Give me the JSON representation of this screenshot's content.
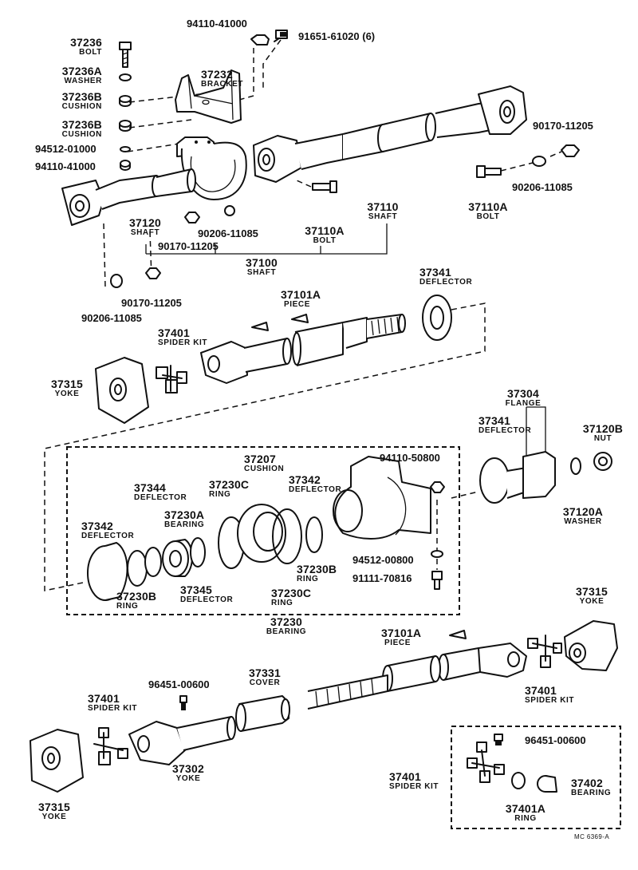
{
  "labels": {
    "l37236": {
      "num": "37236",
      "desc": "BOLT"
    },
    "l37236a": {
      "num": "37236A",
      "desc": "WASHER"
    },
    "l37236b": {
      "num": "37236B",
      "desc": "CUSHION"
    },
    "l37236b2": {
      "num": "37236B",
      "desc": "CUSHION"
    },
    "l94512_top": {
      "num": "94512-01000"
    },
    "l94110_left": {
      "num": "94110-41000"
    },
    "l94110_top": {
      "num": "94110-41000"
    },
    "l91651": {
      "num": "91651-61020 (6)"
    },
    "l37232": {
      "num": "37232",
      "desc": "BRACKET"
    },
    "l90170_right": {
      "num": "90170-11205"
    },
    "l90206_right": {
      "num": "90206-11085"
    },
    "l37110a_right": {
      "num": "37110A",
      "desc": "BOLT"
    },
    "l37110": {
      "num": "37110",
      "desc": "SHAFT"
    },
    "l37110a_mid": {
      "num": "37110A",
      "desc": "BOLT"
    },
    "l37120": {
      "num": "37120",
      "desc": "SHAFT"
    },
    "l90206_mid": {
      "num": "90206-11085"
    },
    "l90170_mid": {
      "num": "90170-11205"
    },
    "l37100": {
      "num": "37100",
      "desc": "SHAFT"
    },
    "l90170_low": {
      "num": "90170-11205"
    },
    "l90206_low": {
      "num": "90206-11085"
    },
    "l37101a_top": {
      "num": "37101A",
      "desc": "PIECE"
    },
    "l37341_top": {
      "num": "37341",
      "desc": "DEFLECTOR"
    },
    "l37401_top": {
      "num": "37401",
      "desc": "SPIDER KIT"
    },
    "l37315_top": {
      "num": "37315",
      "desc": "YOKE"
    },
    "l37304": {
      "num": "37304",
      "desc": "FLANGE"
    },
    "l37341_mid": {
      "num": "37341",
      "desc": "DEFLECTOR"
    },
    "l37120b": {
      "num": "37120B",
      "desc": "NUT"
    },
    "l37207": {
      "num": "37207",
      "desc": "CUSHION"
    },
    "l94110_508": {
      "num": "94110-50800"
    },
    "l37344": {
      "num": "37344",
      "desc": "DEFLECTOR"
    },
    "l37230c_top": {
      "num": "37230C",
      "desc": "RING"
    },
    "l37342_r": {
      "num": "37342",
      "desc": "DEFLECTOR"
    },
    "l37230a": {
      "num": "37230A",
      "desc": "BEARING"
    },
    "l37342_l": {
      "num": "37342",
      "desc": "DEFLECTOR"
    },
    "l37120a": {
      "num": "37120A",
      "desc": "WASHER"
    },
    "l94512_008": {
      "num": "94512-00800"
    },
    "l37230b_r": {
      "num": "37230B",
      "desc": "RING"
    },
    "l91111": {
      "num": "91111-70816"
    },
    "l37230b_l": {
      "num": "37230B",
      "desc": "RING"
    },
    "l37345": {
      "num": "37345",
      "desc": "DEFLECTOR"
    },
    "l37230c_bot": {
      "num": "37230C",
      "desc": "RING"
    },
    "l37230": {
      "num": "37230",
      "desc": "BEARING"
    },
    "l37315_right": {
      "num": "37315",
      "desc": "YOKE"
    },
    "l37101a_low": {
      "num": "37101A",
      "desc": "PIECE"
    },
    "l37331": {
      "num": "37331",
      "desc": "COVER"
    },
    "l96451_mid": {
      "num": "96451-00600"
    },
    "l37401_right": {
      "num": "37401",
      "desc": "SPIDER KIT"
    },
    "l37401_left": {
      "num": "37401",
      "desc": "SPIDER KIT"
    },
    "l37302": {
      "num": "37302",
      "desc": "YOKE"
    },
    "l37315_bot": {
      "num": "37315",
      "desc": "YOKE"
    },
    "l96451_box": {
      "num": "96451-00600"
    },
    "l37401_box": {
      "num": "37401",
      "desc": "SPIDER KIT"
    },
    "l37402": {
      "num": "37402",
      "desc": "BEARING"
    },
    "l37401a": {
      "num": "37401A",
      "desc": "RING"
    }
  },
  "footer": {
    "code": "MC 6369-A"
  }
}
